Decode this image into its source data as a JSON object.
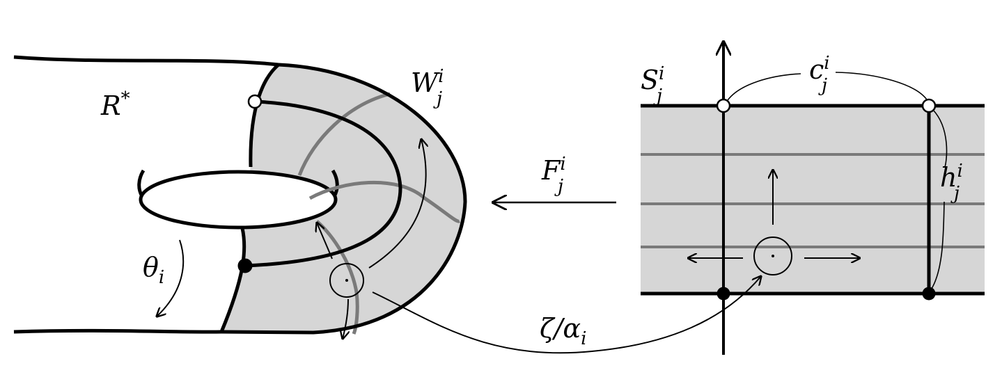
{
  "labels": {
    "region": {
      "base": "R",
      "sup": "*"
    },
    "annulus": {
      "base": "W",
      "sup": "i",
      "sub": "j"
    },
    "strip": {
      "base": "S",
      "sup": "i",
      "sub": "j"
    },
    "map": {
      "base": "F",
      "sup": "i",
      "sub": "j"
    },
    "top_curve": {
      "base": "c",
      "sup": "i",
      "sub": "j"
    },
    "side_curve": {
      "base": "h",
      "sup": "i",
      "sub": "j"
    },
    "angle": {
      "base": "θ",
      "sub": "i"
    },
    "quotient": {
      "base": "ζ/α",
      "sub": "i"
    }
  },
  "colors": {
    "shade": "#d6d6d6",
    "stroke": "#000000",
    "foliation": "#7a7a7a"
  }
}
